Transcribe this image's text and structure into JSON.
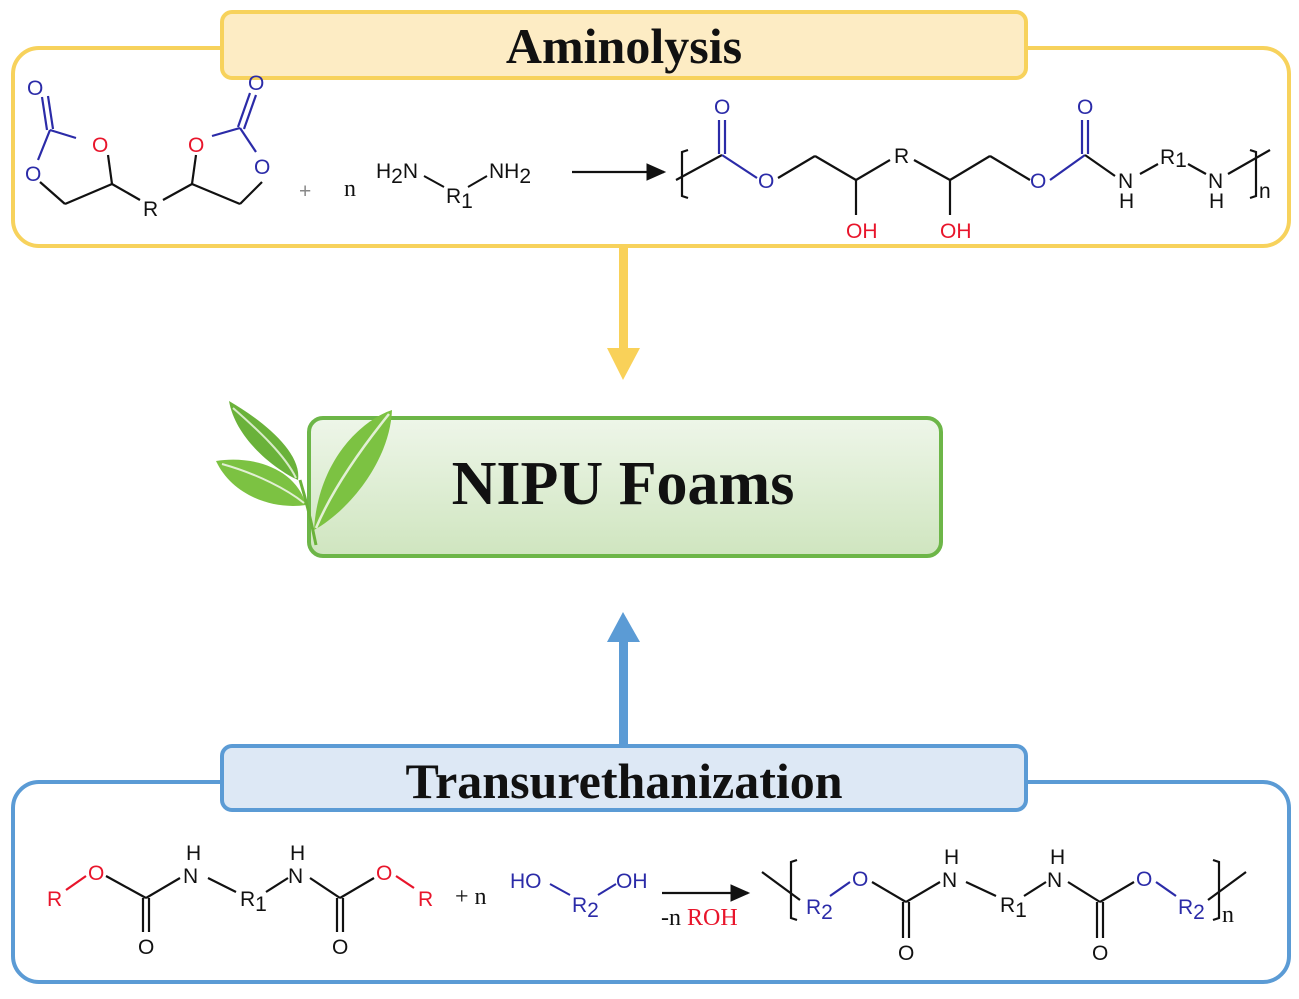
{
  "colors": {
    "aminolysis_border": "#f7d25c",
    "aminolysis_header_fill": "#fdecc4",
    "trans_border": "#5b9bd5",
    "trans_header_fill": "#dde8f5",
    "nipu_border": "#6db648",
    "nipu_fill_top": "#edf5e7",
    "nipu_fill_bottom": "#d3e8c5",
    "arrow_down": "#f9d159",
    "arrow_up": "#5b9bd5",
    "bond_black": "#111111",
    "atom_blue": "#2b2ba8",
    "atom_red": "#e8152b"
  },
  "aminolysis": {
    "title": "Aminolysis",
    "reactant_cc": {
      "atoms": {
        "carbonyl_o": "O",
        "ring_o_outer": "O",
        "ring_o_inner": "O",
        "linker": "R"
      }
    },
    "plus": "+",
    "coef": "n",
    "diamine": {
      "left": "H",
      "left_sub": "2",
      "left_n": "N",
      "center": "R",
      "center_sub": "1",
      "right_n": "NH",
      "right_sub": "2"
    },
    "product": {
      "carbonyl_o": "O",
      "ester_o": "O",
      "linker": "R",
      "oh": "OH",
      "n_atom": "N",
      "h_atom": "H",
      "r1": "R",
      "r1_sub": "1",
      "repeat": "n"
    }
  },
  "center": {
    "label": "NIPU Foams",
    "icon": "leaf-icon"
  },
  "transurethanization": {
    "title": "Transurethanization",
    "reactant": {
      "r": "R",
      "o": "O",
      "h": "H",
      "n": "N",
      "r1": "R",
      "r1_sub": "1"
    },
    "plus_coef": "+ n",
    "diol": {
      "ho": "HO",
      "r2": "R",
      "r2_sub": "2",
      "oh": "OH"
    },
    "byproduct_prefix": "-n",
    "byproduct": "ROH",
    "product": {
      "r2": "R",
      "r2_sub": "2",
      "o": "O",
      "n": "N",
      "h": "H",
      "r1": "R",
      "r1_sub": "1",
      "repeat": "n"
    }
  }
}
